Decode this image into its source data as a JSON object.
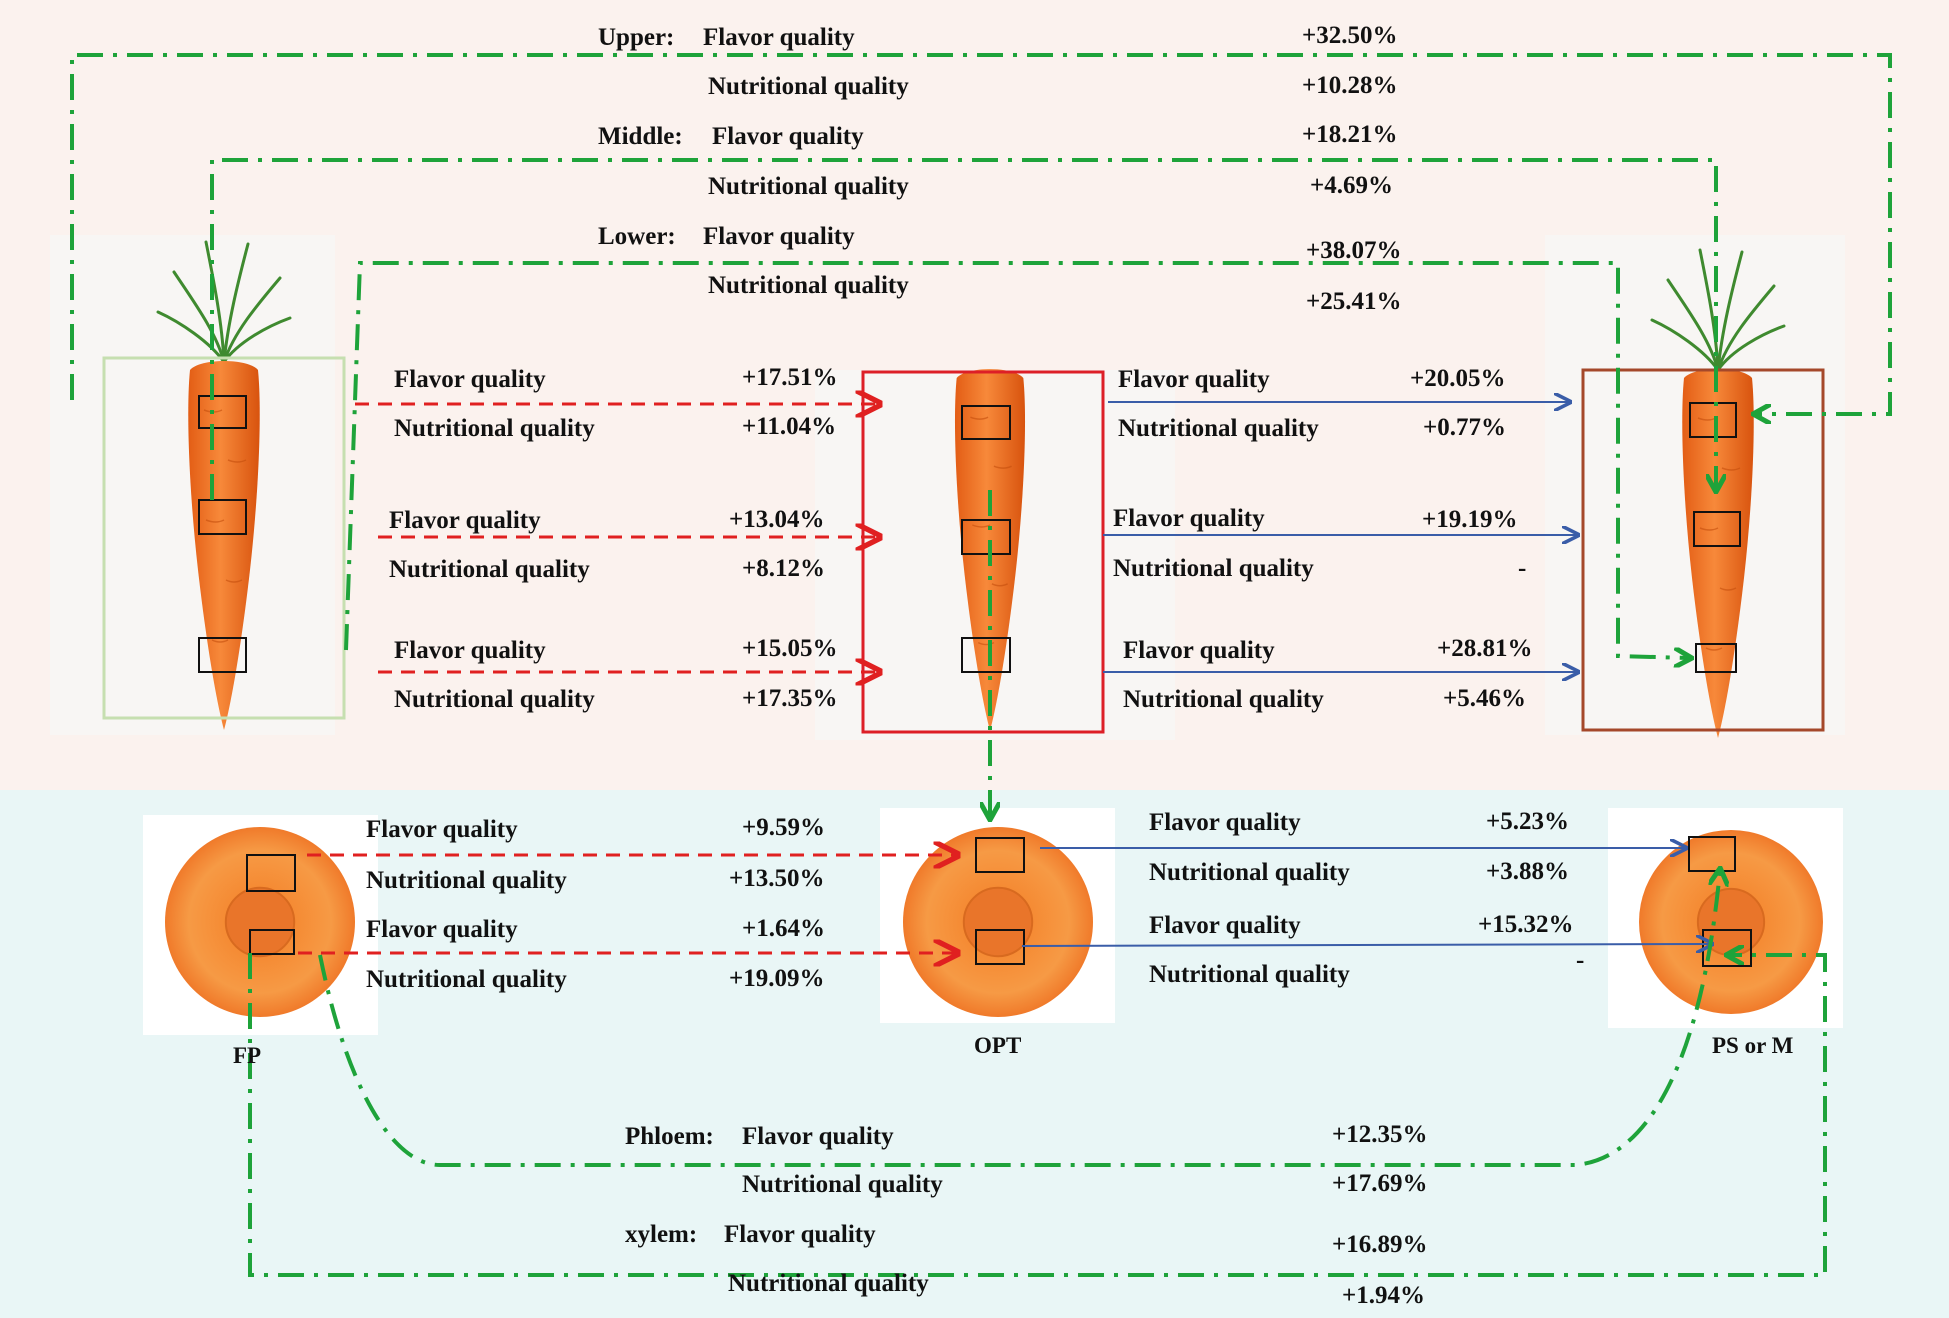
{
  "top_section": {
    "summary": [
      {
        "prefix": "Upper:",
        "label": "Flavor quality",
        "value": "+32.50%"
      },
      {
        "prefix": "",
        "label": "Nutritional quality",
        "value": "+10.28%"
      },
      {
        "prefix": "Middle:",
        "label": "Flavor quality",
        "value": "+18.21%"
      },
      {
        "prefix": "",
        "label": "Nutritional quality",
        "value": "+4.69%"
      },
      {
        "prefix": "Lower:",
        "label": "Flavor quality",
        "value": "+38.07%"
      },
      {
        "prefix": "",
        "label": "Nutritional quality",
        "value": "+25.41%"
      }
    ],
    "fp_to_opt": [
      {
        "flavor_label": "Flavor quality",
        "flavor_value": "+17.51%",
        "nutrition_label": "Nutritional quality",
        "nutrition_value": "+11.04%"
      },
      {
        "flavor_label": "Flavor quality",
        "flavor_value": "+13.04%",
        "nutrition_label": "Nutritional quality",
        "nutrition_value": "+8.12%"
      },
      {
        "flavor_label": "Flavor quality",
        "flavor_value": "+15.05%",
        "nutrition_label": "Nutritional quality",
        "nutrition_value": "+17.35%"
      }
    ],
    "opt_to_psm": [
      {
        "flavor_label": "Flavor quality",
        "flavor_value": "+20.05%",
        "nutrition_label": "Nutritional quality",
        "nutrition_value": "+0.77%"
      },
      {
        "flavor_label": "Flavor quality",
        "flavor_value": "+19.19%",
        "nutrition_label": "Nutritional quality",
        "nutrition_value": "-"
      },
      {
        "flavor_label": "Flavor quality",
        "flavor_value": "+28.81%",
        "nutrition_label": "Nutritional quality",
        "nutrition_value": "+5.46%"
      }
    ]
  },
  "bottom_section": {
    "fp_to_opt": [
      {
        "flavor_label": "Flavor quality",
        "flavor_value": "+9.59%",
        "nutrition_label": "Nutritional quality",
        "nutrition_value": "+13.50%"
      },
      {
        "flavor_label": "Flavor quality",
        "flavor_value": "+1.64%",
        "nutrition_label": "Nutritional quality",
        "nutrition_value": "+19.09%"
      }
    ],
    "opt_to_psm": [
      {
        "flavor_label": "Flavor quality",
        "flavor_value": "+5.23%",
        "nutrition_label": "Nutritional quality",
        "nutrition_value": "+3.88%"
      },
      {
        "flavor_label": "Flavor quality",
        "flavor_value": "+15.32%",
        "nutrition_label": "Nutritional quality",
        "nutrition_value": "-"
      }
    ],
    "captions": {
      "fp": "FP",
      "opt": "OPT",
      "psm": "PS or M"
    },
    "summary": [
      {
        "prefix": "Phloem:",
        "label": "Flavor quality",
        "value": "+12.35%"
      },
      {
        "prefix": "",
        "label": "Nutritional quality",
        "value": "+17.69%"
      },
      {
        "prefix": "xylem:",
        "label": "Flavor quality",
        "value": "+16.89%"
      },
      {
        "prefix": "",
        "label": "Nutritional quality",
        "value": "+1.94%"
      }
    ]
  },
  "colors": {
    "top_background": "#fbf2ee",
    "bottom_background": "#e9f6f6",
    "fp_box": "#c6dfb0",
    "opt_box": "#dd1f27",
    "psm_box": "#a5482a",
    "red_arrow": "#e02020",
    "blue_arrow": "#3a5da8",
    "green_path": "#1ea33a",
    "carrot": "#f07a2c",
    "leaves": "#3f8a2f"
  },
  "icons": [
    "carrot-icon",
    "carrot-slice-icon"
  ]
}
